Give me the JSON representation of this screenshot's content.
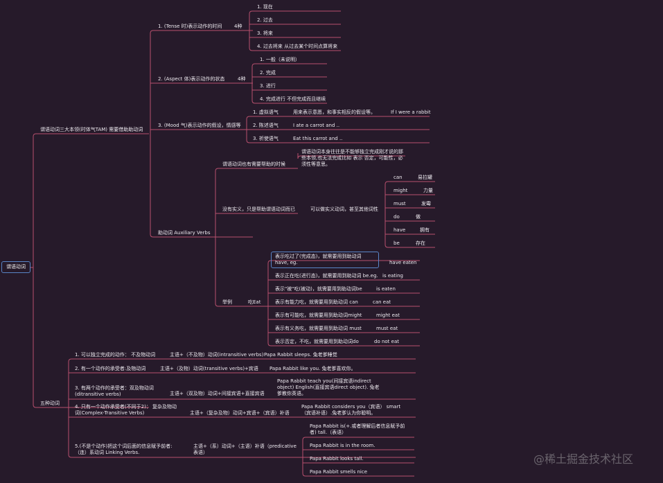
{
  "root": "谓语动词",
  "branches": {
    "tam": "谓语动词三大本领(时体气TAM) 需要借助助动词",
    "tense": "1. (Tense 时)表示动作的时间",
    "tense_count": "4种",
    "tense_items": [
      "1. 现在",
      "2. 过去",
      "3. 将来",
      "4. 过去将来 从过去某个时间点算将来"
    ],
    "aspect": "2. (Aspect 体)表示动作的状态",
    "aspect_count": "4种",
    "aspect_items": [
      "1. 一般（未说明）",
      "2. 完成",
      "3. 进行",
      "4. 完成进行  不但完成而且继续"
    ],
    "mood": "3. (Mood 气)表示动作的假设，情感等",
    "mood_items": [
      {
        "label": "1. 虚拟语气",
        "desc": "用来表示意愿，和事实相反的假设等。",
        "example": "If I were a rabbit"
      },
      {
        "label": "2. 陈述语气",
        "desc": "I ate a carrot and .."
      },
      {
        "label": "3. 祈使语气",
        "desc": "Eat this carrot and .."
      }
    ],
    "aux": "助动词 Auxiliary Verbs",
    "aux_help": "谓语动词也有需要帮助的时候",
    "aux_help_desc": "谓语动词本身往往是不能够独立完成刚才说的那些本领,也无法完成比如 表示 否定，可能性，必须性等意思。",
    "aux_noreal": "没有实义，只是帮助谓语动词而已",
    "aux_modal": "可以做实义动词，甚至其他词性",
    "modals": [
      {
        "en": "can",
        "zh": "易拉罐"
      },
      {
        "en": "might",
        "zh": "力量"
      },
      {
        "en": "must",
        "zh": "发霉"
      },
      {
        "en": "do",
        "zh": "做"
      },
      {
        "en": "have",
        "zh": "拥有"
      },
      {
        "en": "be",
        "zh": "存在"
      }
    ],
    "example_label": "举例",
    "example_verb": "吃Eat",
    "examples": [
      {
        "desc": "表示吃过了(完成态)，就需要用到助动词 have, eg.",
        "en": "have eaten"
      },
      {
        "desc": "表示正在吃(进行态)，就需要用到助动词 be.eg.",
        "en": "is eating"
      },
      {
        "desc": "表示\"被\"吃(被动)，就需要用到助动词be",
        "en": "is eaten"
      },
      {
        "desc": "表示有能力吃，就需要用到助动词 can",
        "en": "can eat"
      },
      {
        "desc": "表示有可能吃，就需要用到助动词might",
        "en": "might eat"
      },
      {
        "desc": "表示有义务吃，就需要用到助动词 must",
        "en": "must eat"
      },
      {
        "desc": "表示否定，不吃，就需要用到助动词do",
        "en": "do not  eat"
      }
    ],
    "five": "五种动词",
    "five_items": [
      {
        "title": "1. 可以独立完成的动作：  不及物动词",
        "pattern": "主语+（不及物）动词(intransitive verbs)",
        "example": "Papa  Rabbit sleeps. 兔老爹睡觉"
      },
      {
        "title": "2. 有一个动作的承受者:及物动词",
        "pattern": "主语+（及物）动词(transitive verbs)+宾语",
        "example": "Papa Rabbit like you. 兔老爹喜欢你。"
      },
      {
        "title": "3. 有两个动作的承受者：双及物动词(ditransitive verbs)",
        "pattern": "主语+（双及物）动词+间接宾语+直接宾语",
        "example": "Papa Rabbit teach you(间接宾语indirect object) English(直接宾语direct object). 兔老爹教你英语。"
      },
      {
        "title": "4. 只有一个动作承受者(不同于2)：  复杂及物动词(Complex-Transitive Verbs)",
        "pattern": "主语+（复杂及物）动词+宾语+（宾语）补语",
        "example": "Papa Rabbit considers you（宾语） smart（宾语补语）.兔老爹认为你聪明。"
      },
      {
        "title": "5.(不是个动作)把这个词后面的信息赋予前者: （连）系动词   Linking Verbs.",
        "pattern": "主语+（系）动词+（主语）补语（predicative 表语）",
        "examples": [
          "Papa Rabbit is(+.或者理解后者信息赋予前者) tall.（表语）",
          "Papa Rabbit is in the room.",
          "Papa Rabbit looks tall.",
          "Papa Rabbit smells nice"
        ]
      }
    ]
  },
  "watermark": "@稀土掘金技术社区",
  "colors": {
    "background": "#261a2a",
    "line": "#b8506e",
    "highlight": "#5a86c8"
  }
}
